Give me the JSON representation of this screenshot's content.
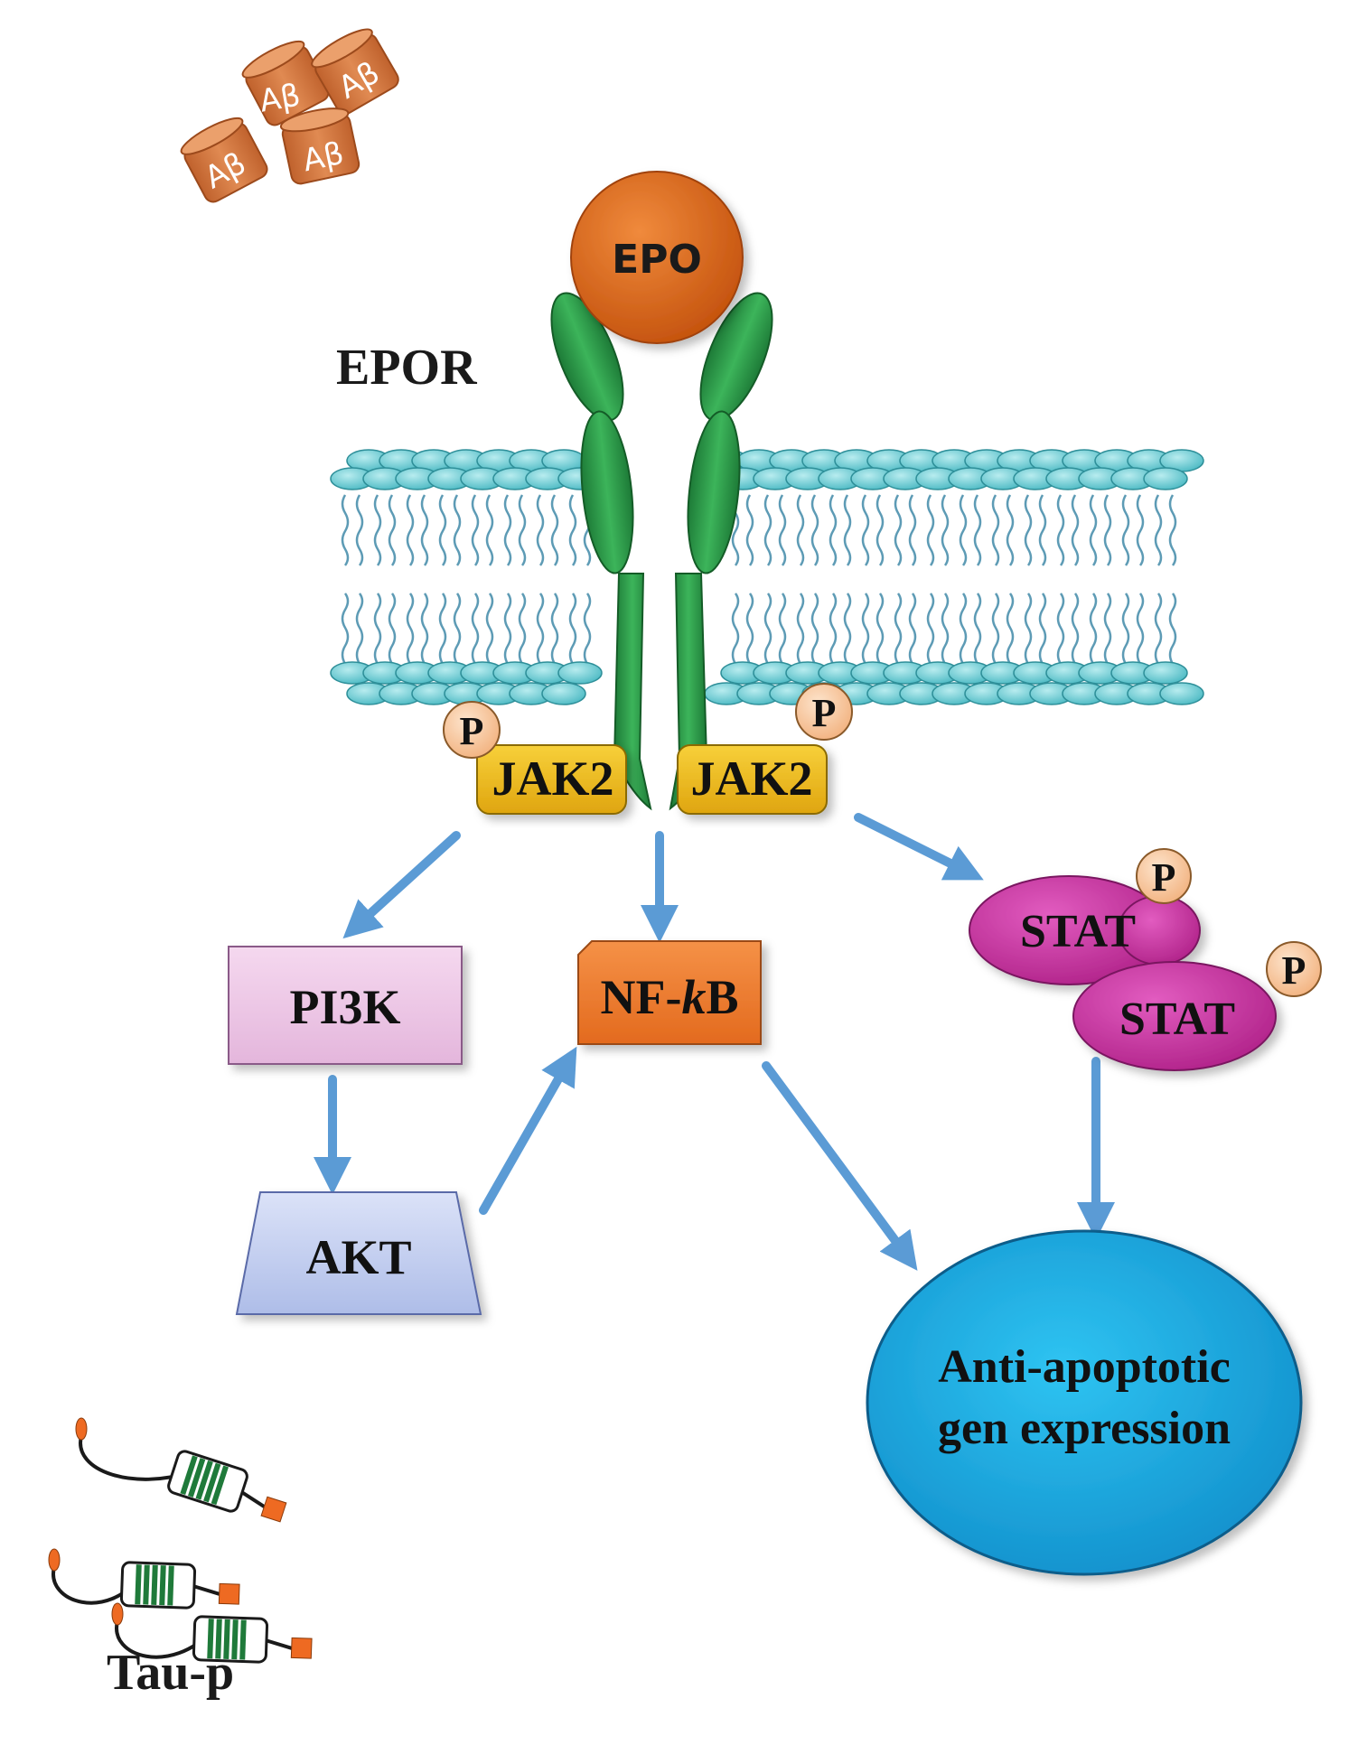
{
  "labels": {
    "abeta": "Aβ",
    "epo": "EPO",
    "epor": "EPOR",
    "phospho": "P",
    "jak2": "JAK2",
    "pi3k": "PI3K",
    "nfkb_prefix": "NF-",
    "nfkb_italic": "k",
    "nfkb_suffix": "B",
    "stat": "STAT",
    "akt": "AKT",
    "output_line1": "Anti-apoptotic",
    "output_line2": "gen expression",
    "tau": "Tau-p"
  },
  "colors": {
    "abeta": "#d2743c",
    "epo": "#d45f15",
    "receptor": "#2e9b4a",
    "membrane": "#6fcfd6",
    "jak2": "#f0bd1c",
    "phospho": "#f8caa1",
    "pi3k": "#ecc6e5",
    "nfkb": "#ee7a32",
    "stat": "#c8339e",
    "akt": "#c4cef0",
    "output": "#1aa8e0",
    "arrow": "#5b9bd5",
    "tau_coil": "#1f7a3a",
    "tau_tip": "#ee6a22"
  }
}
